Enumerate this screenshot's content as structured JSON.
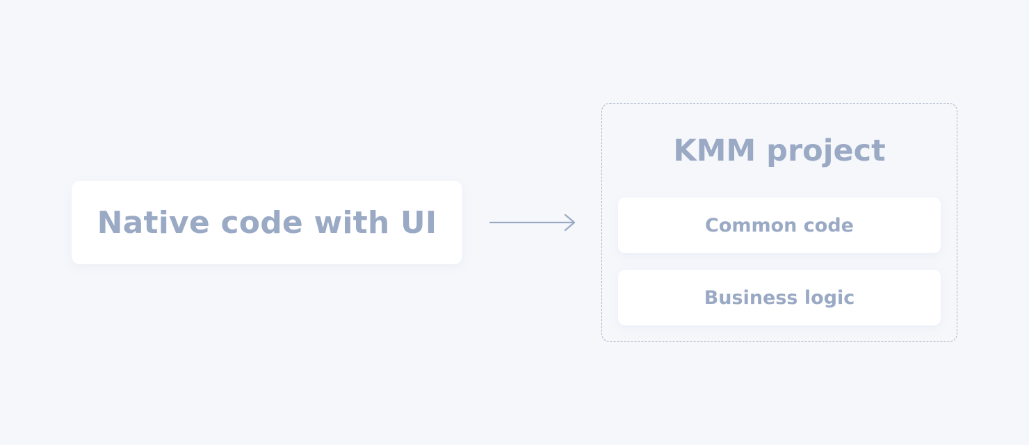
{
  "colors": {
    "background": "#f5f7fb",
    "card": "#ffffff",
    "text": "#9aa9c4",
    "arrow": "#9aa9c4",
    "dashed_border": "#a7b2c6"
  },
  "native_box": {
    "label": "Native code with UI"
  },
  "arrow": {
    "icon": "arrow-right-icon"
  },
  "kmm_project": {
    "title": "KMM project",
    "items": [
      {
        "label": "Common code"
      },
      {
        "label": "Business logic"
      }
    ]
  }
}
